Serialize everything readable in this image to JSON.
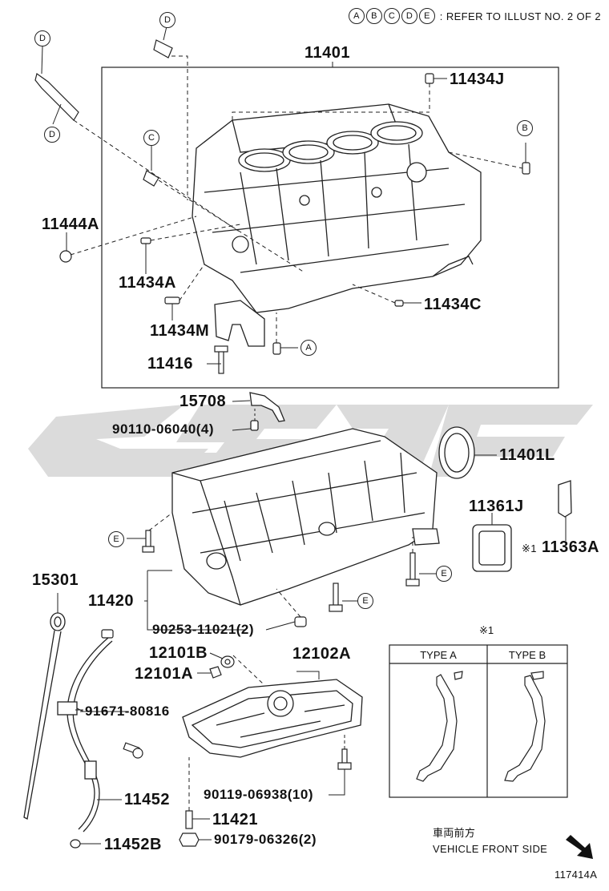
{
  "legend": {
    "letters": [
      "A",
      "B",
      "C",
      "D",
      "E"
    ],
    "text": ": REFER TO ILLUST NO. 2 OF 2"
  },
  "parts": {
    "p11401": "11401",
    "p11434J": "11434J",
    "p11444A": "11444A",
    "p11434A": "11434A",
    "p11434M": "11434M",
    "p11434C": "11434C",
    "p11416": "11416",
    "p15708": "15708",
    "p90110": "90110-06040(4)",
    "p11401L": "11401L",
    "p11361J": "11361J",
    "p11363A": "11363A",
    "p11420": "11420",
    "p90253": "90253-11021(2)",
    "p15301": "15301",
    "p12101B": "12101B",
    "p12101A": "12101A",
    "p12102A": "12102A",
    "p91671": "91671-80816",
    "p90119": "90119-06938(10)",
    "p11452": "11452",
    "p11421": "11421",
    "p90179": "90179-06326(2)",
    "p11452B": "11452B"
  },
  "refs": {
    "D1": "D",
    "D2": "D",
    "D3": "D",
    "C1": "C",
    "B1": "B",
    "A1": "A",
    "E1": "E",
    "E2": "E",
    "E3": "E"
  },
  "note_mark": "※1",
  "type_box": {
    "mark": "※1",
    "type_a": "TYPE A",
    "type_b": "TYPE B"
  },
  "front": {
    "jp": "車両前方",
    "en": "VEHICLE FRONT SIDE"
  },
  "illust_id": "117414A"
}
